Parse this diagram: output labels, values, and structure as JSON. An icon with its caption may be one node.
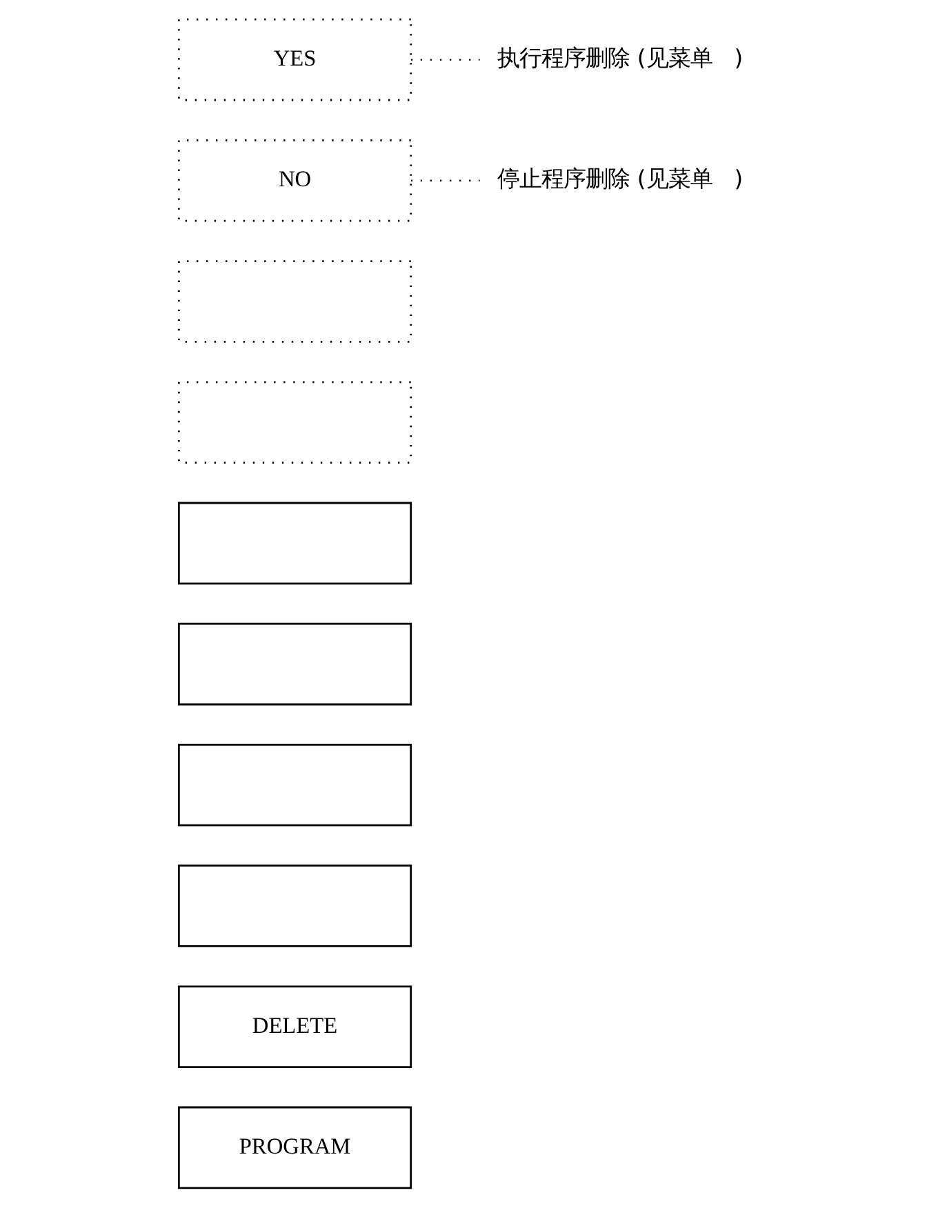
{
  "diagram": {
    "nodes": [
      {
        "text": [
          "YES"
        ]
      },
      {
        "text": [
          "NO"
        ]
      },
      {
        "text": [],
        "shape": "box"
      },
      {
        "text": [],
        "shape": "box"
      },
      {
        "text": [],
        "shape": "box"
      },
      {
        "text": [],
        "shape": "box"
      },
      {
        "text": [],
        "shape": "box"
      },
      {
        "text": [],
        "shape": "box"
      },
      {
        "text": [
          "DELETE"
        ]
      },
      {
        "text": [
          "PROGRAM"
        ]
      },
      {
        "text": [
          "执行程序删除 (见菜单　)"
        ]
      },
      {
        "text": [
          "停止程序删除 (见菜单　)"
        ]
      }
    ],
    "edges": [
      {
        "from": 0,
        "to": 10,
        "arrow": "none",
        "style": "dashed"
      },
      {
        "from": 1,
        "to": 11,
        "arrow": "none",
        "style": "dashed"
      }
    ]
  }
}
